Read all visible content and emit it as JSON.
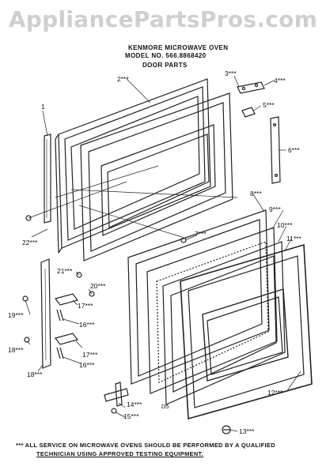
{
  "watermark": "AppliancePartsPros.com",
  "header": {
    "line1": "KENMORE MICROWAVE OVEN",
    "line2": "MODEL NO. 566.8868420",
    "line3": "DOOR PARTS"
  },
  "callouts": {
    "p1": "1",
    "p2": "2***",
    "p3": "3***",
    "p4": "4***",
    "p5": "5***",
    "p6": "6***",
    "p7": "7***",
    "p8": "8***",
    "p9": "9***",
    "p10": "10***",
    "p11": "11***",
    "p12": "12***",
    "p13": "13***",
    "p14": "14***",
    "p15": "15***",
    "p16a": "16***",
    "p16b": "16***",
    "p17a": "17***",
    "p17b": "17***",
    "p18": "18***",
    "p18b": "18***",
    "p19": "19***",
    "p20": "20***",
    "p21": "21***",
    "p22": "22***",
    "d5": "D5"
  },
  "footnote": {
    "line1": "***  ALL SERVICE ON MICROWAVE OVENS SHOULD BE PERFORMED BY A QUALIFIED",
    "line2": "TECHNICIAN USING APPROVED TESTING EQUIPMENT."
  }
}
